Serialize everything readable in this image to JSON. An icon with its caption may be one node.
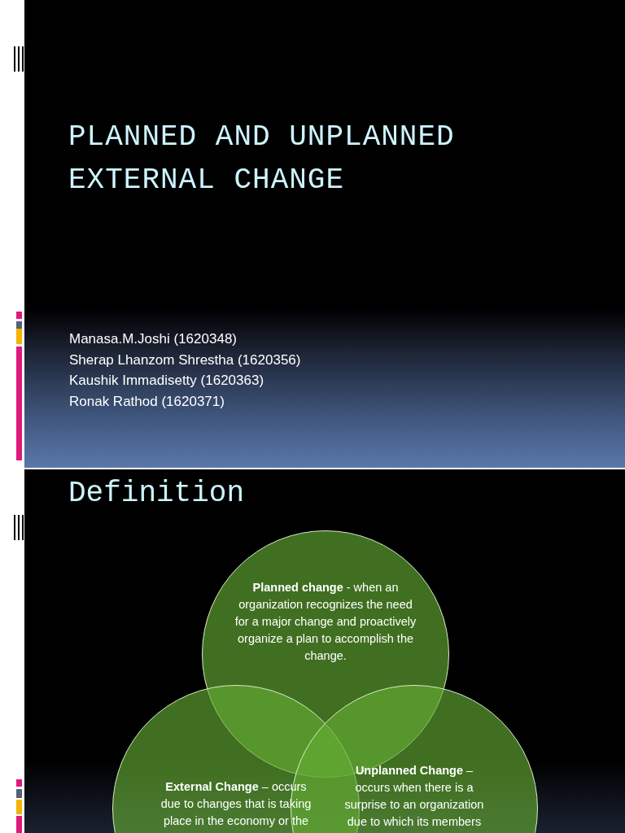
{
  "diagram": {
    "title": "PLANNED AND UNPLANNED EXTERNAL CHANGE",
    "nodes": [
      {
        "text": [
          "**Planned change** - when an organization recognizes the need for a major change and proactively organize a plan to accomplish the change."
        ]
      },
      {
        "text": [
          "**External Change** – occurs due to changes that is taking place in the economy or the"
        ]
      },
      {
        "text": [
          "**Unplanned Change** – occurs when there is a surprise to an organization due to which its members"
        ]
      }
    ],
    "edges": [],
    "labels": [
      "Manasa.M.Joshi (1620348)",
      "Sherap Lhanzom Shrestha (1620356)",
      "Kaushik Immadisetty (1620363)",
      "Ronak Rathod (1620371)",
      "Definition"
    ]
  }
}
